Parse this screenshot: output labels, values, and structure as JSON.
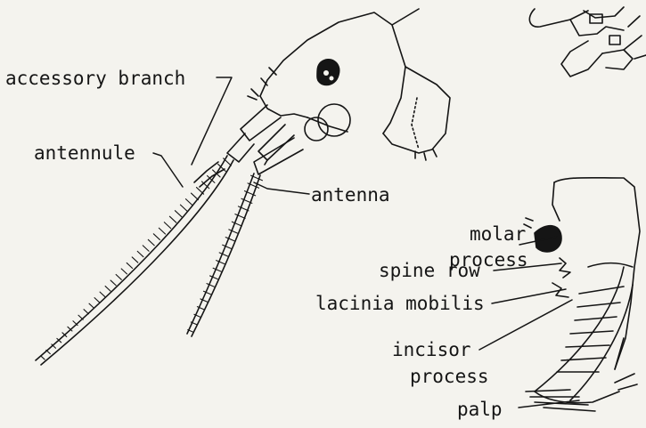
{
  "labels": {
    "accessory_branch": "accessory branch",
    "antennule": "antennule",
    "antenna": "antenna",
    "molar_process_1": "molar",
    "molar_process_2": "process",
    "spine_row": "spine row",
    "lacinia_mobilis": "lacinia mobilis",
    "incisor_process_1": "incisor",
    "incisor_process_2": "process",
    "palp": "palp"
  },
  "colors": {
    "ink": "#151515",
    "paper": "#f4f3ee",
    "grey": "#c8c8c8"
  }
}
